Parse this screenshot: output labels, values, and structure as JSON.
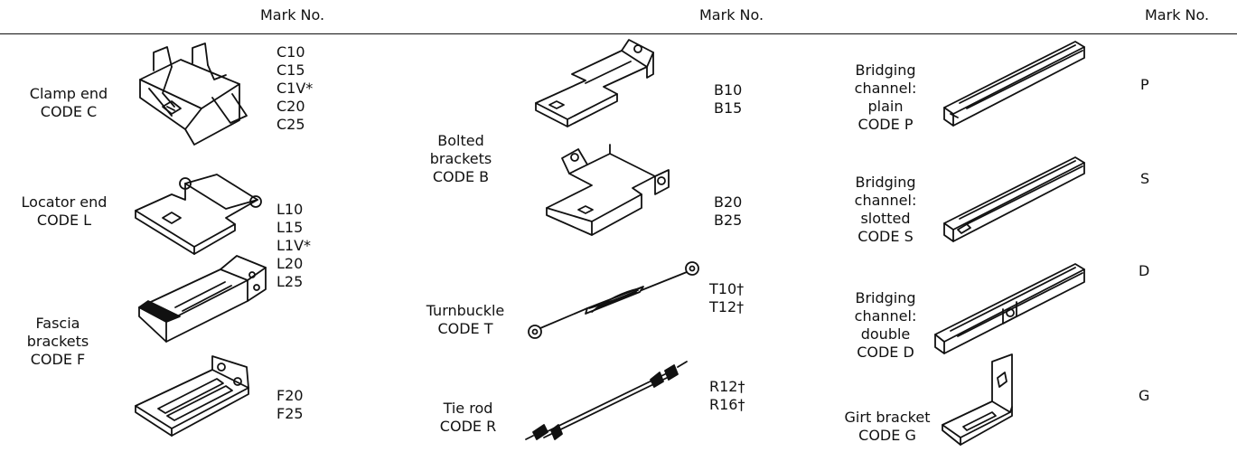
{
  "header": {
    "mark_no_1": "Mark No.",
    "mark_no_2": "Mark No.",
    "mark_no_3": "Mark No."
  },
  "col1": {
    "clamp": {
      "label": [
        "Clamp end",
        "CODE C"
      ],
      "marks": [
        "C10",
        "C15",
        "C1V*",
        "C20",
        "C25"
      ],
      "icon": "clamp-end-bracket"
    },
    "locator": {
      "label": [
        "Locator end",
        "CODE L"
      ],
      "marks": [
        "L10",
        "L15",
        "L1V*",
        "L20",
        "L25"
      ],
      "icon": "locator-end-bracket"
    },
    "fascia": {
      "label": [
        "Fascia",
        "brackets",
        "CODE F"
      ],
      "marks": [
        "F20",
        "F25"
      ],
      "icon": "fascia-bracket"
    }
  },
  "col2": {
    "bolted": {
      "label": [
        "Bolted",
        "brackets",
        "CODE B"
      ],
      "marks_a": [
        "B10",
        "B15"
      ],
      "marks_b": [
        "B20",
        "B25"
      ],
      "icon": "bolted-bracket"
    },
    "turnbuckle": {
      "label": [
        "Turnbuckle",
        "CODE T"
      ],
      "marks": [
        "T10†",
        "T12†"
      ],
      "icon": "turnbuckle"
    },
    "tierod": {
      "label": [
        "Tie rod",
        "CODE R"
      ],
      "marks": [
        "R12†",
        "R16†"
      ],
      "icon": "tie-rod"
    }
  },
  "col3": {
    "plain": {
      "label": [
        "Bridging",
        "channel:",
        "plain",
        "CODE P"
      ],
      "mark": "P",
      "icon": "channel-plain"
    },
    "slotted": {
      "label": [
        "Bridging",
        "channel:",
        "slotted",
        "CODE S"
      ],
      "mark": "S",
      "icon": "channel-slotted"
    },
    "double": {
      "label": [
        "Bridging",
        "channel:",
        "double",
        "CODE D"
      ],
      "mark": "D",
      "icon": "channel-double"
    },
    "girt": {
      "label": [
        "Girt bracket",
        "CODE G"
      ],
      "mark": "G",
      "icon": "girt-bracket"
    }
  }
}
